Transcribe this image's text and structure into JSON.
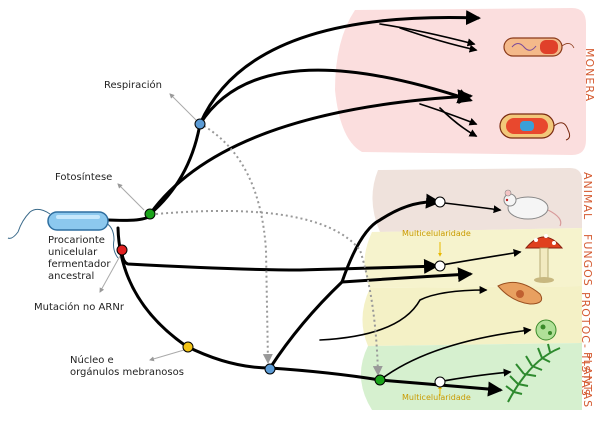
{
  "events": {
    "respiracion": "Respiración",
    "fotosintese": "Fotosíntese",
    "mutacion": "Mutación no ARNr",
    "nucleo": "Núcleo e",
    "nucleo2": "orgánulos mebranosos"
  },
  "ancestor": {
    "line1": "Procarionte",
    "line2": "unicelular",
    "line3": "fermentador",
    "line4": "ancestral"
  },
  "kingdoms": {
    "monera": "MONERA",
    "animal": "ANIMAL",
    "fungos": "FUNGOS",
    "protoctistas": "PROTOC- TISTAS",
    "plantas": "PLANTAS"
  },
  "multicellularity": {
    "fungi": "Multicelularidade",
    "plants": "Multicelularidade"
  },
  "colors": {
    "monera_bg": "#fbdede",
    "animal_bg": "#efe2dc",
    "fungos_bg": "#f6f3cd",
    "protoctistas_bg": "#f4f1c6",
    "plantas_bg": "#d6f0cf",
    "branch": "#000000",
    "respiration_node": "#5b9bd5",
    "photosynthesis_node": "#1aa31a",
    "mutation_node": "#e02020",
    "nucleus_node": "#f2c316",
    "kingdom_text": "#d45a30"
  }
}
